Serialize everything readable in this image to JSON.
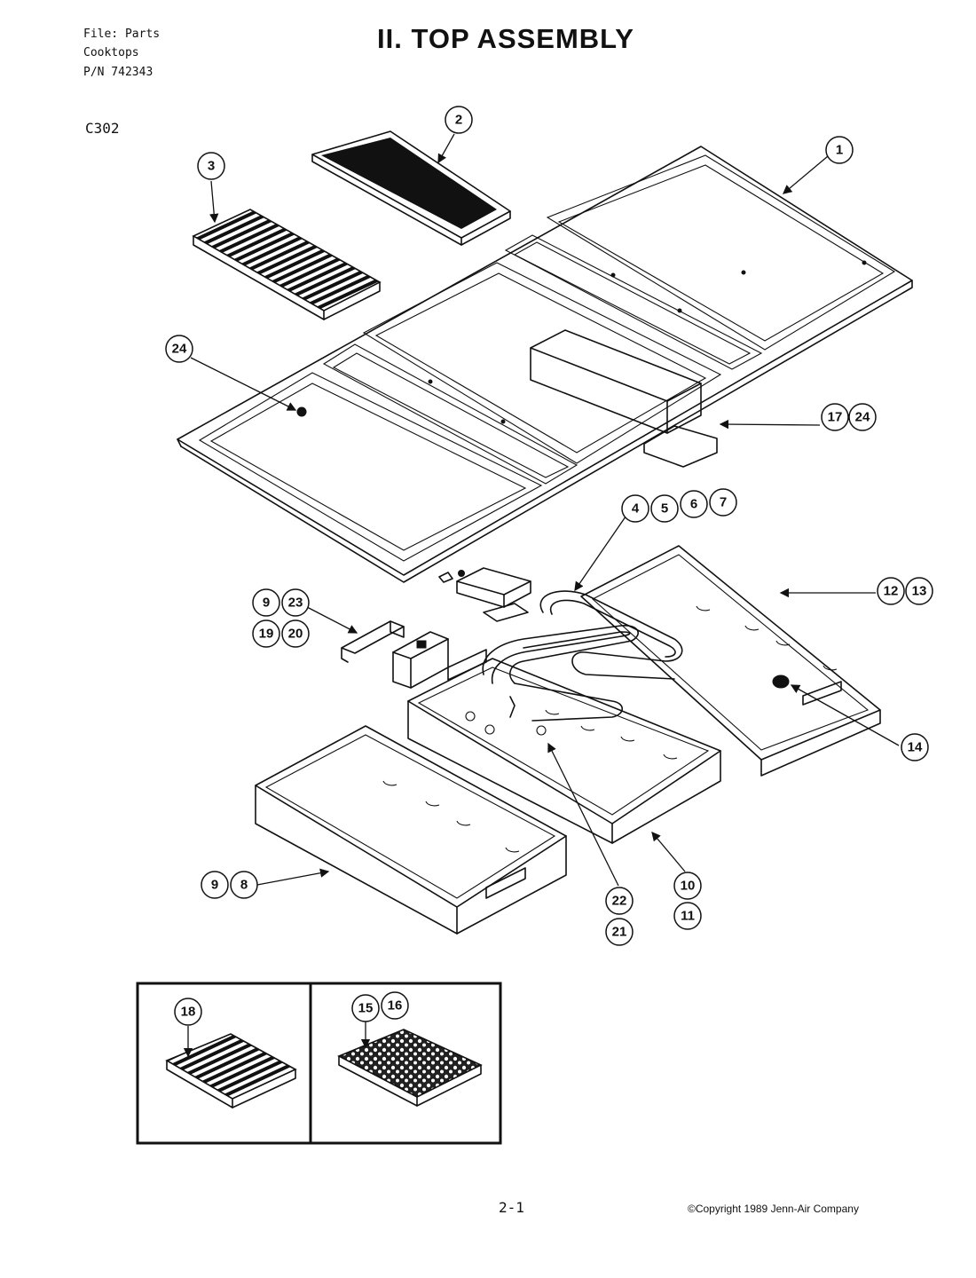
{
  "header": {
    "file_line": "File:  Parts",
    "category_line": "Cooktops",
    "part_number_line": "P/N 742343",
    "title": "II. TOP  ASSEMBLY",
    "model": "C302"
  },
  "callouts": [
    "1",
    "2",
    "3",
    "4",
    "5",
    "6",
    "7",
    "8",
    "9",
    "10",
    "11",
    "12",
    "13",
    "14",
    "15",
    "16",
    "17",
    "18",
    "19",
    "20",
    "21",
    "22",
    "23",
    "24"
  ],
  "footer": {
    "page_number": "2-1",
    "copyright": "©Copyright 1989 Jenn-Air Company"
  }
}
